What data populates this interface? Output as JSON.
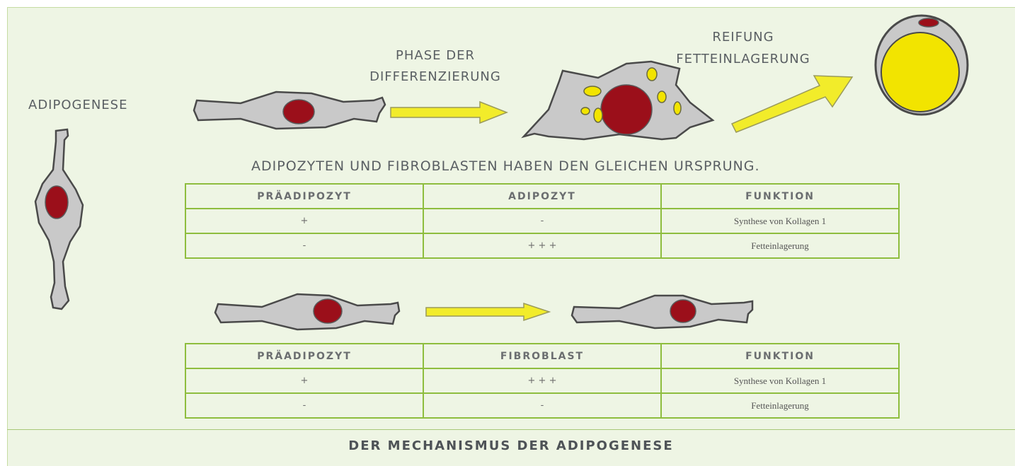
{
  "labels": {
    "adipogenese": "ADIPOGENESE",
    "phase_line1": "PHASE DER",
    "phase_line2": "DIFFERENZIERUNG",
    "reifung_line1": "REIFUNG",
    "reifung_line2": "FETTEINLAGERUNG",
    "subtitle": "ADIPOZYTEN UND FIBROBLASTEN HABEN DEN GLEICHEN URSPRUNG."
  },
  "table1": {
    "headers": [
      "PRÄADIPOZYT",
      "ADIPOZYT",
      "FUNKTION"
    ],
    "rows": [
      [
        "+",
        "-",
        "Synthese von Kollagen 1"
      ],
      [
        "-",
        "+ + +",
        "Fetteinlagerung"
      ]
    ]
  },
  "table2": {
    "headers": [
      "PRÄADIPOZYT",
      "FIBROBLAST",
      "FUNKTION"
    ],
    "rows": [
      [
        "+",
        "+ + +",
        "Synthese von Kollagen 1"
      ],
      [
        "-",
        "-",
        "Fetteinlagerung"
      ]
    ]
  },
  "footer": {
    "title": "DER MECHANISMUS DER ADIPOGENESE"
  },
  "colors": {
    "cell_fill": "#c9c9c9",
    "cell_outline": "#4a4a4a",
    "nucleus": "#9b0f1a",
    "fat": "#f2e400",
    "arrow": "#f2ec2a",
    "table_border": "#8ebd3e",
    "background": "#eef5e4"
  }
}
